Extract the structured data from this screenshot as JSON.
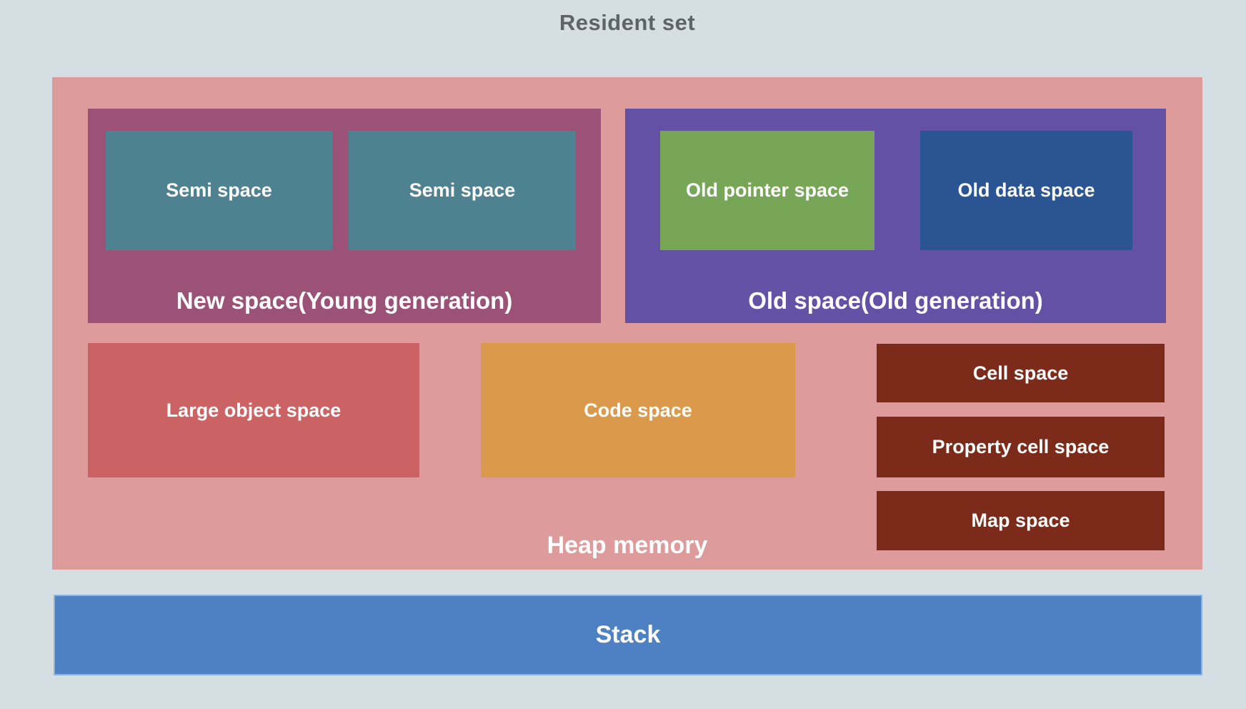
{
  "title": "Resident set",
  "colors": {
    "background": "#d5dee3",
    "title_text": "#5d6468",
    "label_text": "#ffffff",
    "heap": "#de9b9c",
    "new_space": "#9b5276",
    "semi_space": "#4e8290",
    "old_space": "#6351a6",
    "old_pointer_space": "#77a756",
    "old_data_space": "#2a5592",
    "large_object_space": "#cb6364",
    "code_space": "#db9a4b",
    "cell_boxes": "#7c2a1a",
    "stack": "#4e80c4"
  },
  "heap": {
    "label": "Heap memory",
    "new_space": {
      "label": "New space(Young generation)",
      "semi_spaces": [
        "Semi space",
        "Semi space"
      ]
    },
    "old_space": {
      "label": "Old space(Old generation)",
      "old_pointer_space": "Old pointer space",
      "old_data_space": "Old data space"
    },
    "large_object_space": "Large object space",
    "code_space": "Code space",
    "cell_space": "Cell space",
    "property_cell_space": "Property cell space",
    "map_space": "Map space"
  },
  "stack": {
    "label": "Stack"
  }
}
